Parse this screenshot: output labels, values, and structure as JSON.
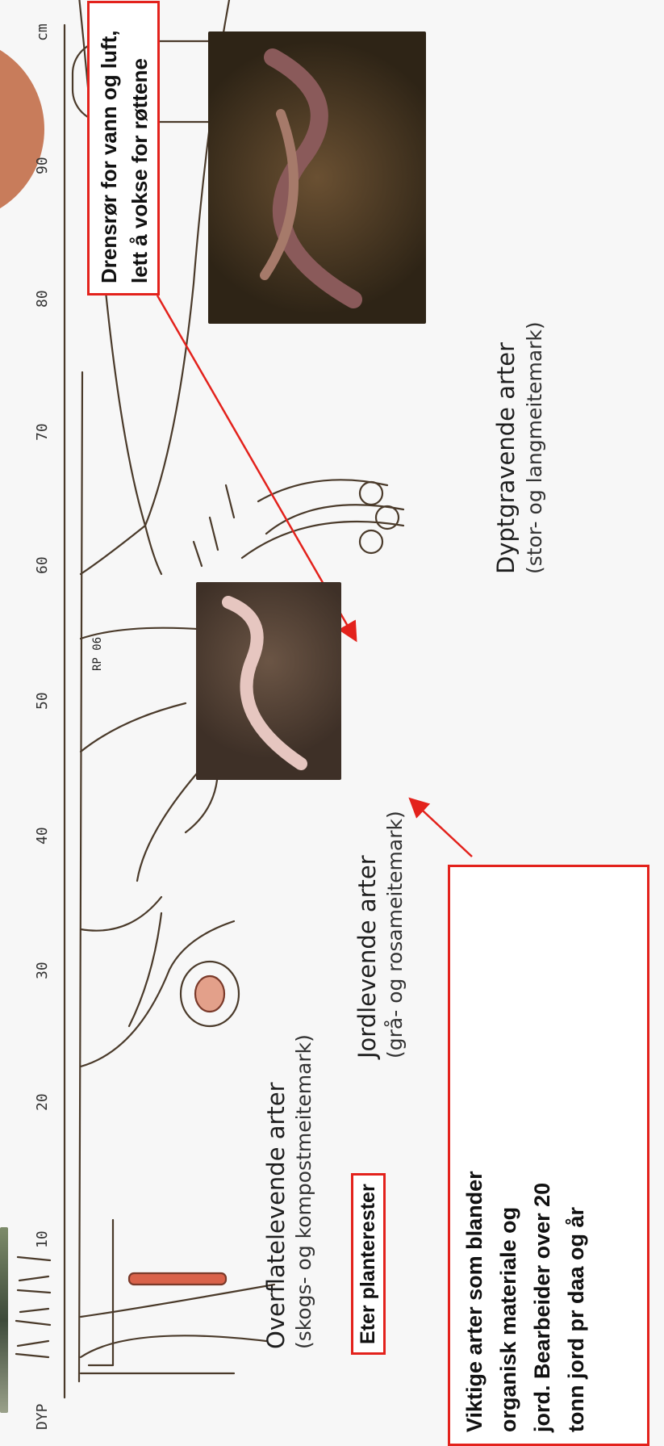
{
  "depth_axis": {
    "title": "DYP",
    "unit": "cm",
    "ticks": [
      "10",
      "20",
      "30",
      "40",
      "50",
      "60",
      "70",
      "80",
      "90"
    ]
  },
  "signature": "RP 06",
  "groups": [
    {
      "title": "Overflatelevende arter",
      "subtitle": "(skogs- og kompostmeitemark)"
    },
    {
      "title": "Jordlevende arter",
      "subtitle": "(grå- og rosameitemark)"
    },
    {
      "title": "Dyptgravende arter",
      "subtitle": "(stor- og langmeitemark)"
    }
  ],
  "callouts": {
    "surface": "Eter planterester",
    "soil": [
      "Viktige arter som blander",
      "organisk materiale og",
      "jord. Bearbeider over 20",
      "tonn jord pr daa og år"
    ],
    "deep": [
      "Drensrør for vann og luft,",
      "lett å vokse for røttene"
    ]
  },
  "colors": {
    "callout_border": "#e3221c",
    "arrow": "#e3221c",
    "sketch": "#4a3a2a"
  }
}
